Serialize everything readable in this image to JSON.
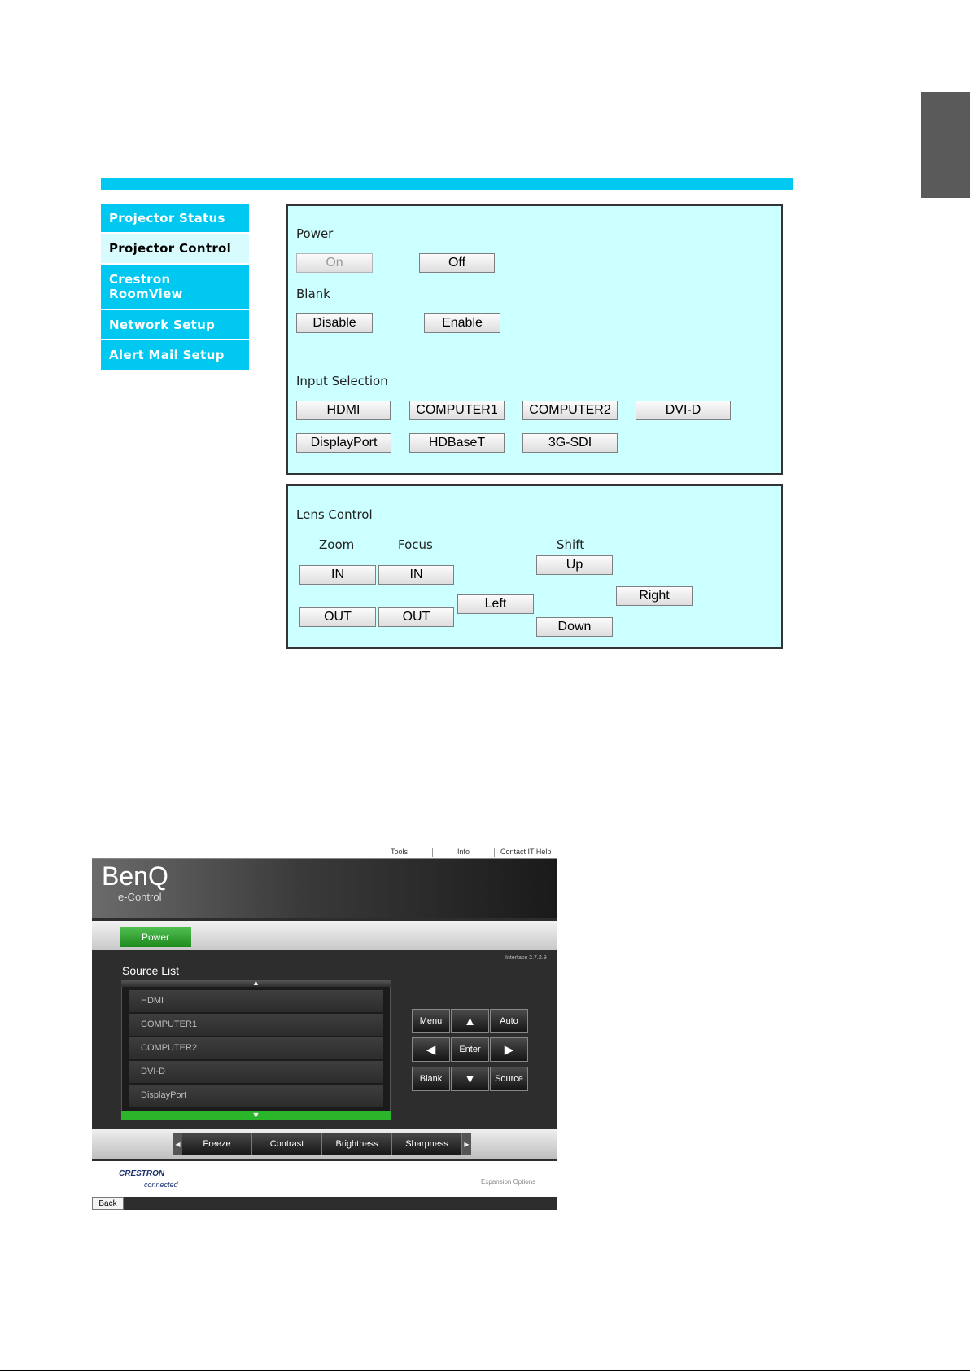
{
  "sidebar": {
    "items": [
      "Projector Status",
      "Projector Control",
      "Crestron\nRoomView",
      "Network Setup",
      "Alert Mail Setup"
    ],
    "active": "Projector Control"
  },
  "control_panel": {
    "power": {
      "label": "Power",
      "on": "On",
      "off": "Off"
    },
    "blank": {
      "label": "Blank",
      "disable": "Disable",
      "enable": "Enable"
    },
    "input": {
      "label": "Input Selection",
      "buttons": [
        "HDMI",
        "COMPUTER1",
        "COMPUTER2",
        "DVI-D",
        "DisplayPort",
        "HDBaseT",
        "3G-SDI"
      ]
    }
  },
  "lens_panel": {
    "title": "Lens Control",
    "zoom": {
      "label": "Zoom",
      "in": "IN",
      "out": "OUT"
    },
    "focus": {
      "label": "Focus",
      "in": "IN",
      "out": "OUT"
    },
    "shift": {
      "label": "Shift",
      "up": "Up",
      "down": "Down",
      "left": "Left",
      "right": "Right"
    }
  },
  "econtrol": {
    "top_links": [
      "Tools",
      "Info",
      "Contact IT Help"
    ],
    "logo": "BenQ",
    "subtitle": "e-Control",
    "power": "Power",
    "interface_version": "Interface 2.7.2.9",
    "source_list_title": "Source List",
    "sources": [
      "HDMI",
      "COMPUTER1",
      "COMPUTER2",
      "DVI-D",
      "DisplayPort"
    ],
    "nav": {
      "menu": "Menu",
      "auto": "Auto",
      "enter": "Enter",
      "blank": "Blank",
      "source": "Source",
      "up": "▲",
      "down": "▼",
      "left": "◀",
      "right": "▶"
    },
    "functions": [
      "Freeze",
      "Contrast",
      "Brightness",
      "Sharpness"
    ],
    "crestron": "CRESTRON",
    "connected": "connected",
    "expansion": "Expansion Options",
    "back": "Back"
  },
  "colors": {
    "accent": "#00c8f0",
    "panel_bg": "#ccffff",
    "power_green": "#2bb52b"
  }
}
